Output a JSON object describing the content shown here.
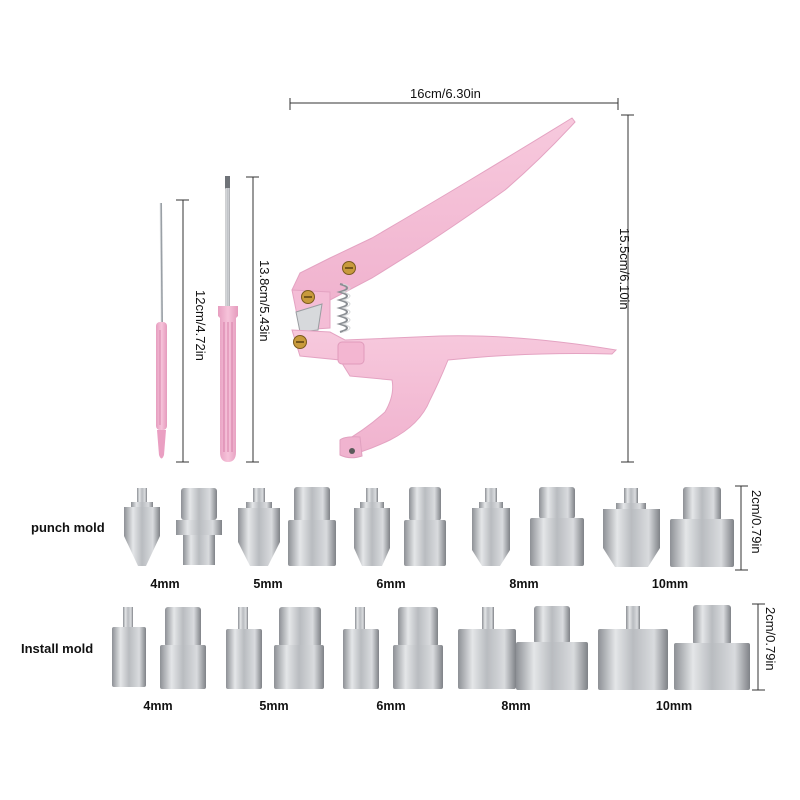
{
  "dimensions": {
    "tool_width": "16cm/6.30in",
    "tool_height": "15.5cm/6.10in",
    "awl_length": "12cm/4.72in",
    "screwdriver_length": "13.8cm/5.43in",
    "punch_mold_height": "2cm/0.79in",
    "install_mold_height": "2cm/0.79in"
  },
  "punch_row": {
    "label": "punch mold",
    "sizes": [
      "4mm",
      "5mm",
      "6mm",
      "8mm",
      "10mm"
    ]
  },
  "install_row": {
    "label": "Install mold",
    "sizes": [
      "4mm",
      "5mm",
      "6mm",
      "8mm",
      "10mm"
    ]
  },
  "colors": {
    "pink": "#f2b3cf",
    "steel": "#c7c9cc"
  }
}
